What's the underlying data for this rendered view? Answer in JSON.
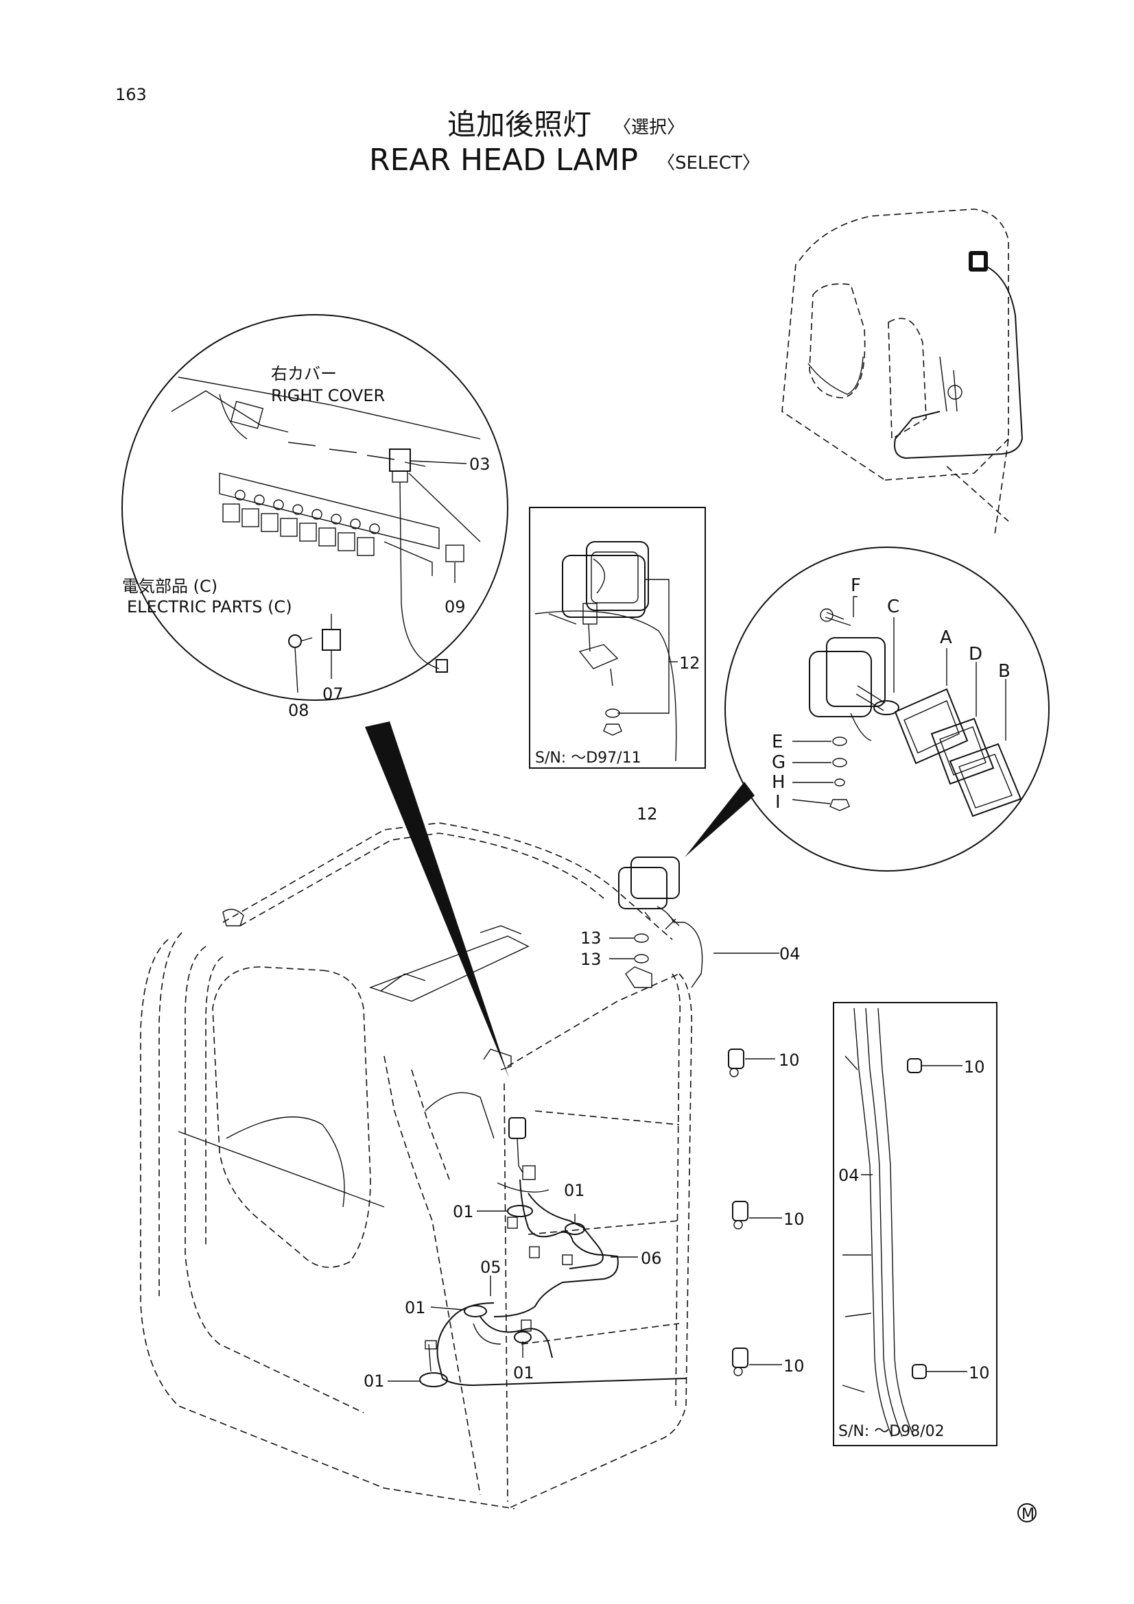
{
  "page": {
    "number": "163",
    "title_jp": "追加後照灯",
    "title_jp_note": "〈選択〉",
    "title_en": "REAR HEAD LAMP",
    "title_en_note": "〈SELECT〉",
    "mark": "M"
  },
  "detail_electrical": {
    "label_jp_cover": "右カバー",
    "label_en_cover": "RIGHT COVER",
    "label_jp_parts": "電気部品 (C)",
    "label_en_parts": "ELECTRIC PARTS (C)",
    "callouts": [
      "03",
      "09",
      "07",
      "08"
    ]
  },
  "inset_lamp_early": {
    "callout": "12",
    "serial": "S/N: ～D97/11"
  },
  "detail_lamp_parts": {
    "letters": [
      "F",
      "C",
      "A",
      "D",
      "B",
      "E",
      "G",
      "H",
      "I"
    ]
  },
  "main": {
    "lamp_callout": "12",
    "washer_callout_1": "13",
    "washer_callout_2": "13",
    "harness_callout": "04",
    "clip_callout_1": "10",
    "clip_callout_2": "10",
    "clip_callout_3": "10",
    "band_callouts": [
      "01",
      "01",
      "01",
      "01",
      "01"
    ],
    "harness_05": "05",
    "harness_06": "06"
  },
  "inset_pillar": {
    "harness_callout": "04",
    "clip_top": "10",
    "clip_bottom": "10",
    "serial": "S/N: ～D98/02"
  }
}
